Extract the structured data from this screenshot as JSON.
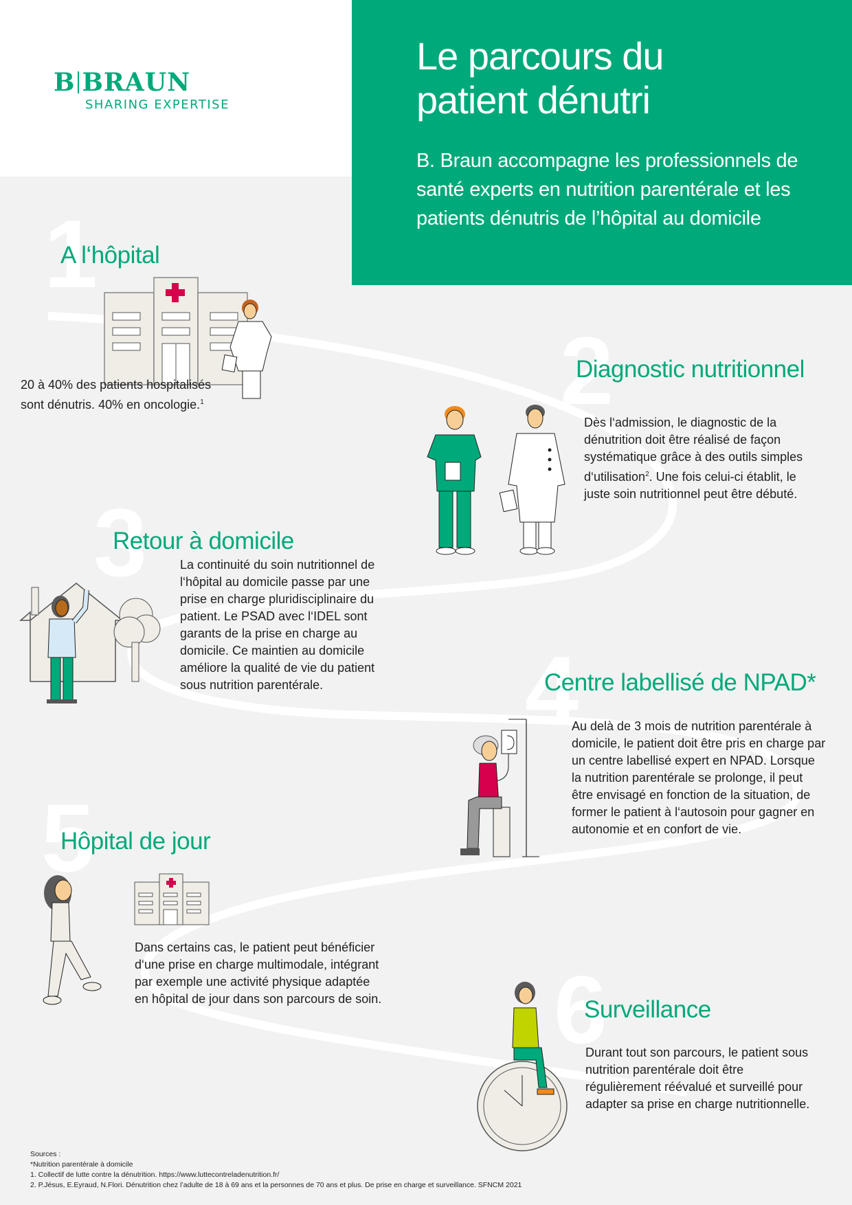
{
  "brand": {
    "logo_b": "B",
    "logo_name": "BRAUN",
    "tagline": "SHARING EXPERTISE",
    "accent_color": "#00a97a"
  },
  "hero": {
    "title_line1": "Le parcours du",
    "title_line2": "patient dénutri",
    "subtitle": "B. Braun accompagne les professionnels de santé experts en nutrition parentérale et les patients dénutris de l’hôpital au domicile"
  },
  "steps": [
    {
      "number": "1",
      "title": "A l‘hôpital",
      "text_line1": "20 à 40% des patients hospitalisés",
      "text_line2": "sont dénutris. 40% en oncologie.",
      "footnote": "1"
    },
    {
      "number": "2",
      "title": "Diagnostic nutritionnel",
      "text_part1": "Dès l‘admission, le diagnostic de la dénutrition doit être réalisé de façon systématique grâce à des outils simples d‘utilisation",
      "footnote": "2",
      "text_part2": ". Une fois celui-ci établit, le juste soin nutritionnel peut être débuté."
    },
    {
      "number": "3",
      "title": "Retour à domicile",
      "text": "La continuité du soin nutritionnel de l‘hôpital au domicile passe par une prise en charge pluridisciplinaire du patient. Le PSAD avec l‘IDEL sont garants de la prise en charge au domicile. Ce maintien au domicile améliore la qualité de vie du patient sous nutrition parentérale."
    },
    {
      "number": "4",
      "title": "Centre labellisé de NPAD*",
      "text": "Au delà de 3 mois de nutrition parentérale à domicile, le patient doit être pris en charge par un centre labellisé expert en NPAD. Lorsque la nutrition parentérale se prolonge, il peut être envisagé en fonction de la situation, de former le patient à l‘autosoin pour gagner en autonomie et en confort de vie."
    },
    {
      "number": "5",
      "title": "Hôpital de jour",
      "text": "Dans certains cas, le patient peut bénéficier d‘une prise en charge multimodale, intégrant par exemple une activité physique adaptée en hôpital de jour dans son parcours de soin."
    },
    {
      "number": "6",
      "title": "Surveillance",
      "text": "Durant tout son parcours, le patient sous nutrition parentérale doit être régulièrement réévalué et surveillé pour adapter sa prise en charge nutritionnelle."
    }
  ],
  "sources": {
    "heading": "Sources :",
    "lines": [
      "*Nutrition parentérale à domicile",
      "1. Collectif de lutte contre la dénutrition. https://www.luttecontreladenutrition.fr/",
      "2. P.Jésus, E.Eyraud, N.Flori. Dénutrition chez l’adulte de 18 à 69 ans et la personnes de 70 ans et plus. De prise en charge et surveillance. SFNCM 2021"
    ]
  },
  "illustrations": {
    "step1": "hospital-building-with-doctor",
    "step2": "nurse-and-doctor",
    "step3": "house-with-waving-patient",
    "step4": "seated-patient-with-iv-drip",
    "step5": "walking-patient-and-small-hospital",
    "step6": "patient-sitting-on-clock"
  }
}
